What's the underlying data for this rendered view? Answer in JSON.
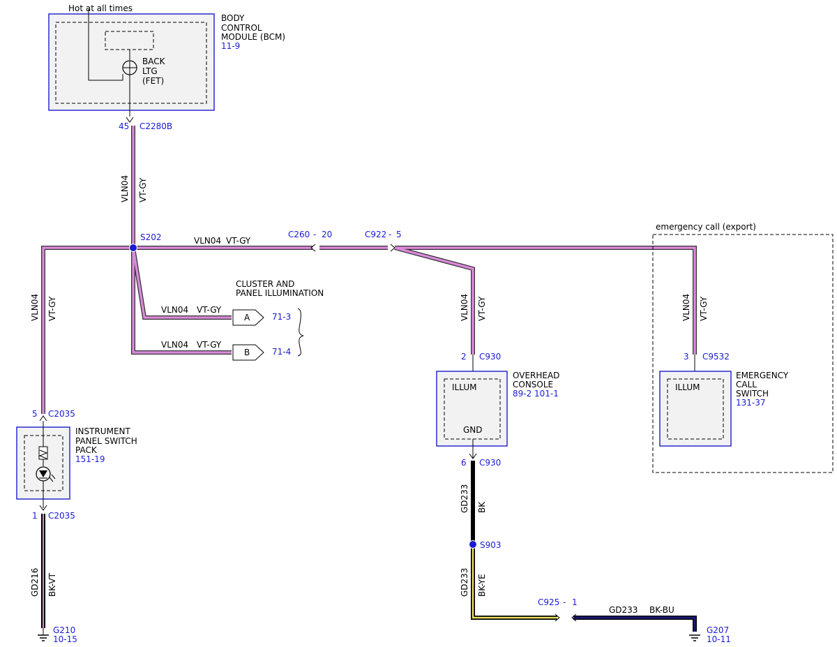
{
  "hot_label": "Hot at all times",
  "bcm": {
    "line1": "BODY",
    "line2": "CONTROL",
    "line3": "MODULE (BCM)",
    "ref": "11-9",
    "inner1": "BACK",
    "inner2": "LTG",
    "inner3": "(FET)",
    "pin": "45",
    "connector": "C2280B"
  },
  "wire_vln04": {
    "circuit": "VLN04",
    "color": "VT-GY"
  },
  "splice_s202": "S202",
  "c260": {
    "name": "C260",
    "sep": "-",
    "pin": "20"
  },
  "c922": {
    "name": "C922",
    "sep": "-",
    "pin": "5"
  },
  "cluster": {
    "line1": "CLUSTER AND",
    "line2": "PANEL ILLUMINATION",
    "a_label": "A",
    "a_ref": "71-3",
    "b_label": "B",
    "b_ref": "71-4"
  },
  "export_label": "emergency call (export)",
  "ipsp": {
    "line1": "INSTRUMENT",
    "line2": "PANEL SWITCH",
    "line3": "PACK",
    "ref": "151-19",
    "top_pin": "5",
    "top_conn": "C2035",
    "bot_pin": "1",
    "bot_conn": "C2035"
  },
  "gd216": {
    "circuit": "GD216",
    "color": "BK-VT"
  },
  "g210": {
    "name": "G210",
    "ref": "10-15"
  },
  "overhead": {
    "line1": "OVERHEAD",
    "line2": "CONSOLE",
    "ref": "89-2  101-1",
    "illum": "ILLUM",
    "gnd": "GND",
    "top_pin": "2",
    "top_conn": "C930",
    "bot_pin": "6",
    "bot_conn": "C930"
  },
  "gd233_bk": {
    "circuit": "GD233",
    "color": "BK"
  },
  "splice_s903": "S903",
  "gd233_bkye": {
    "circuit": "GD233",
    "color": "BK-YE"
  },
  "c925": {
    "name": "C925",
    "sep": "-",
    "pin": "1"
  },
  "gd233_bkbu": {
    "circuit": "GD233",
    "color": "BK-BU"
  },
  "g207": {
    "name": "G207",
    "ref": "10-11"
  },
  "ecs": {
    "line1": "EMERGENCY",
    "line2": "CALL",
    "line3": "SWITCH",
    "ref": "131-37",
    "illum": "ILLUM",
    "pin": "3",
    "conn": "C9532"
  },
  "colors": {
    "violet_gray": "#d98ad9",
    "black": "#000000",
    "yellow": "#e8e060",
    "blue_wire": "#1a1a7a",
    "ref_blue": "#1a1ad6"
  }
}
